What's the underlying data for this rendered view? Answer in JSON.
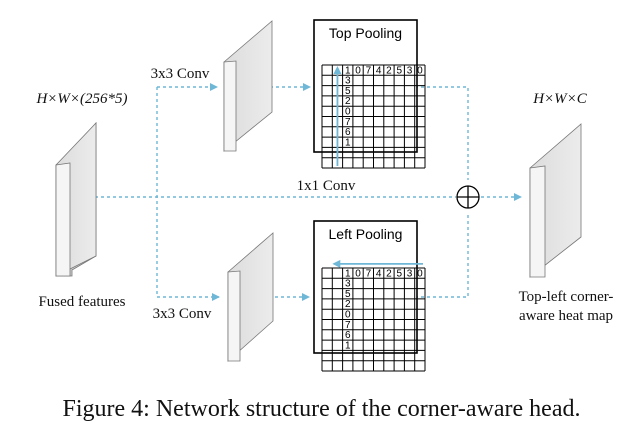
{
  "labels": {
    "input_dims": "H×W×(256*5)",
    "output_dims": "H×W×C",
    "conv_top": "3x3 Conv",
    "conv_bottom": "3x3 Conv",
    "conv_mid": "1x1 Conv",
    "input_name": "Fused features",
    "output_name_line1": "Top-left corner-",
    "output_name_line2": "aware heat map"
  },
  "top_pooling": {
    "title": "Top Pooling",
    "top_row": [
      "1",
      "0",
      "7",
      "4",
      "2",
      "5",
      "3",
      "0"
    ],
    "column": [
      "1",
      "3",
      "5",
      "2",
      "0",
      "7",
      "6",
      "1"
    ]
  },
  "left_pooling": {
    "title": "Left Pooling",
    "top_row": [
      "1",
      "0",
      "7",
      "4",
      "2",
      "5",
      "3",
      "0"
    ],
    "column": [
      "1",
      "3",
      "5",
      "2",
      "0",
      "7",
      "6",
      "1"
    ]
  },
  "caption": "Figure 4: Network structure of the corner-aware head.",
  "colors": {
    "arrow": "#6fb7d6",
    "slab_face": "#e4e4e4",
    "slab_edge": "#cfcfcf",
    "line": "#000000"
  }
}
